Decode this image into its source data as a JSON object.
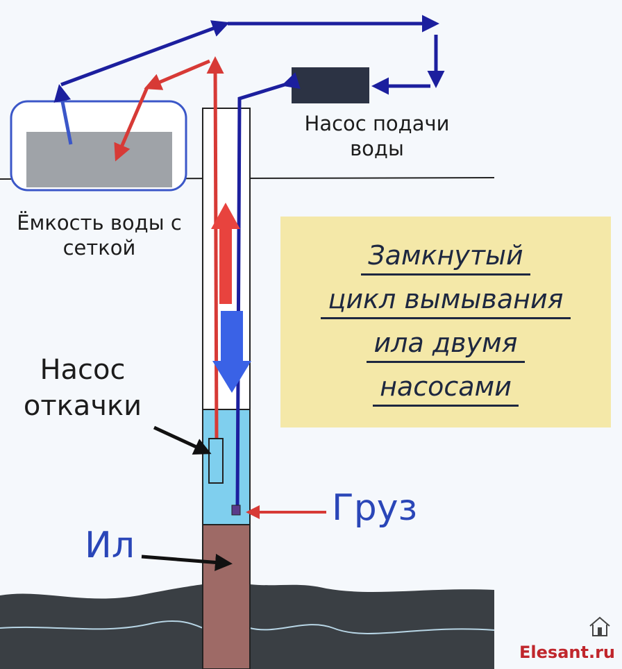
{
  "labels": {
    "tank": "Ёмкость воды с сеткой",
    "pump_supply": "Насос подачи воды",
    "pump_out": "Насос откачки",
    "cargo": "Груз",
    "silt": "Ил"
  },
  "title_lines": [
    "Замкнутый",
    "цикл вымывания",
    "ила двумя",
    "насосами"
  ],
  "watermark": "Elesant.ru",
  "colors": {
    "supply_line": "#1c1f9e",
    "return_line": "#d73a36",
    "water": "#7fcfee",
    "silt": "#9e6a66",
    "ground": "#3a3f44",
    "title_bg": "#f4e8a8",
    "label_blue": "#2a46b8"
  }
}
